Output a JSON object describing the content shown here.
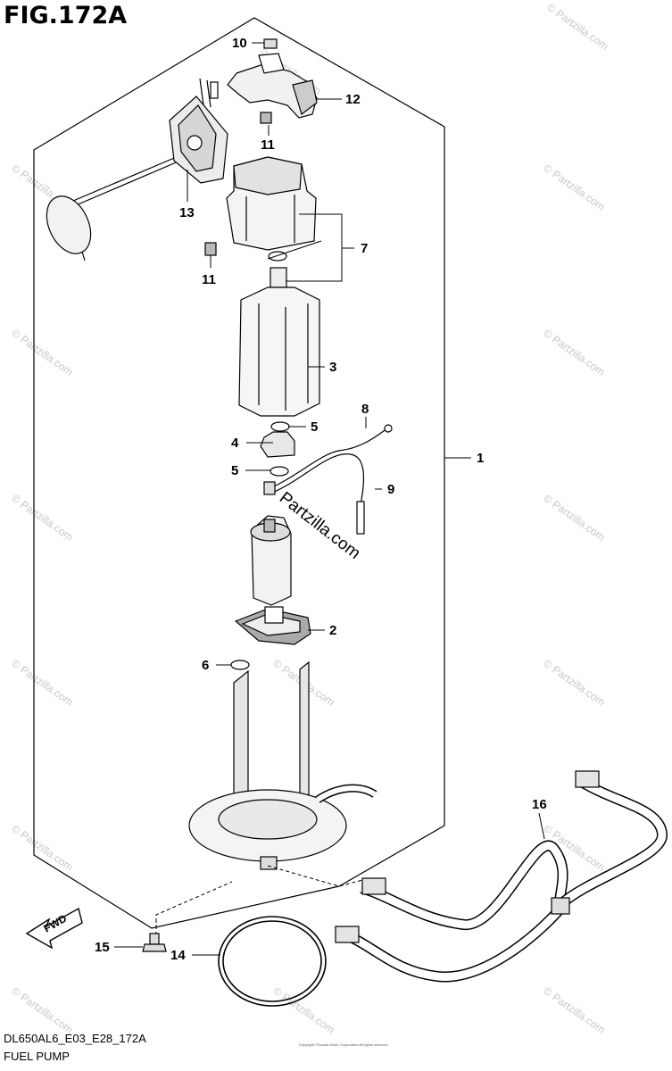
{
  "figure": {
    "title": "FIG.172A",
    "code": "DL650AL6_E03_E28_172A",
    "caption": "FUEL PUMP",
    "copyright": "Copyright\n©Suzuki Motor Corporation All rights reserved"
  },
  "callouts": [
    "1",
    "2",
    "3",
    "4",
    "5",
    "5",
    "6",
    "7",
    "8",
    "9",
    "10",
    "11",
    "11",
    "12",
    "13",
    "14",
    "15",
    "16"
  ],
  "fwd_label": "FWD",
  "watermark": {
    "small": "© Partzilla.com",
    "large": "Partzilla.com"
  },
  "icons": [
    "fwd-arrow-icon"
  ]
}
